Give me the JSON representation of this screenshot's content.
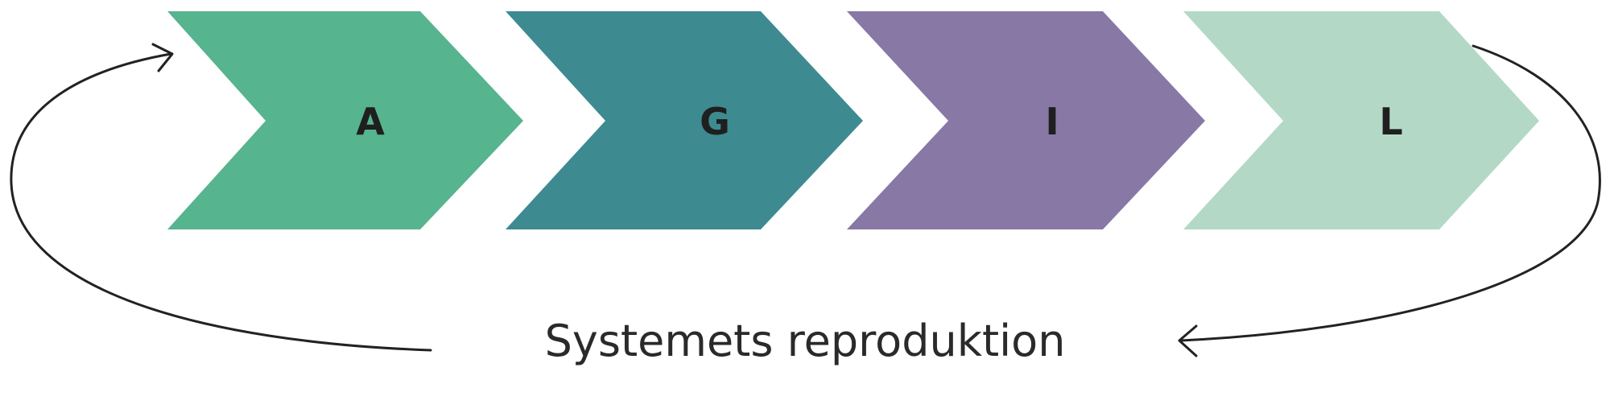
{
  "chevrons": [
    {
      "label": "A",
      "color": "#56b48e"
    },
    {
      "label": "G",
      "color": "#3d8b91"
    },
    {
      "label": "I",
      "color": "#8878a6"
    },
    {
      "label": "L",
      "color": "#b3d9c6"
    }
  ],
  "caption": "Systemets reproduktion",
  "arrow_color": "#222222"
}
